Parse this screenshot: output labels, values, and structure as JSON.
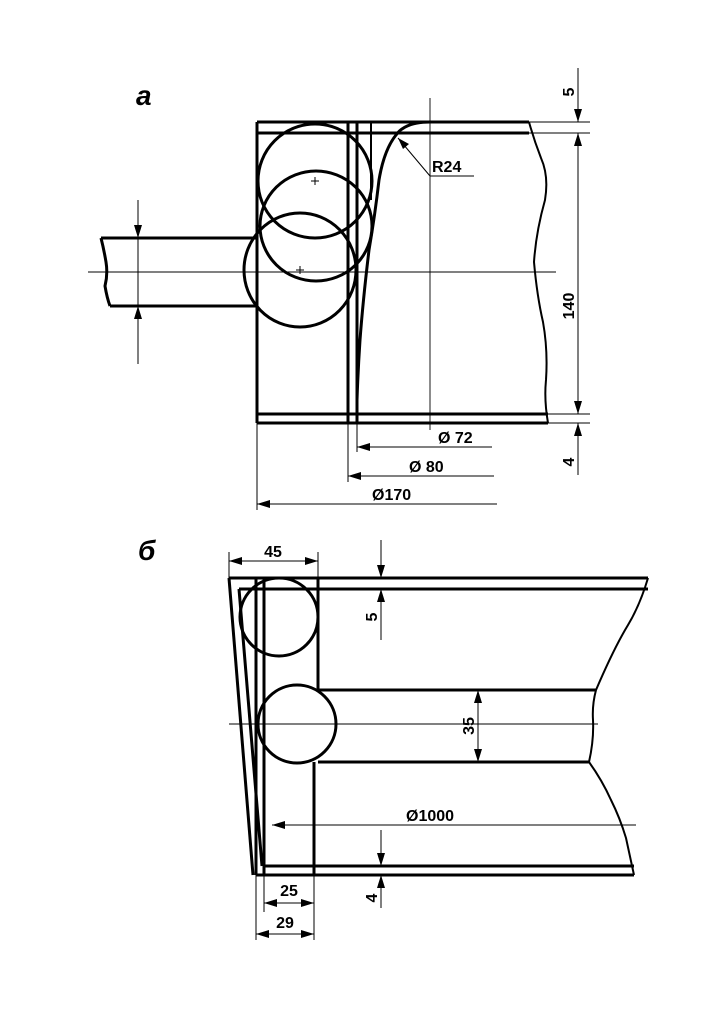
{
  "views": {
    "a": {
      "label": "а",
      "dims": {
        "top_thickness": "5",
        "height": "140",
        "bottom_thickness": "4",
        "radius": "R24",
        "diameter_inner": "Ø 72",
        "diameter_mid": "Ø 80",
        "diameter_outer": "Ø170"
      }
    },
    "b": {
      "label": "б",
      "dims": {
        "width_top": "45",
        "top_thickness": "5",
        "pipe_height": "35",
        "diameter": "Ø1000",
        "bottom_thickness": "4",
        "width_inner": "25",
        "width_outer": "29"
      }
    }
  }
}
